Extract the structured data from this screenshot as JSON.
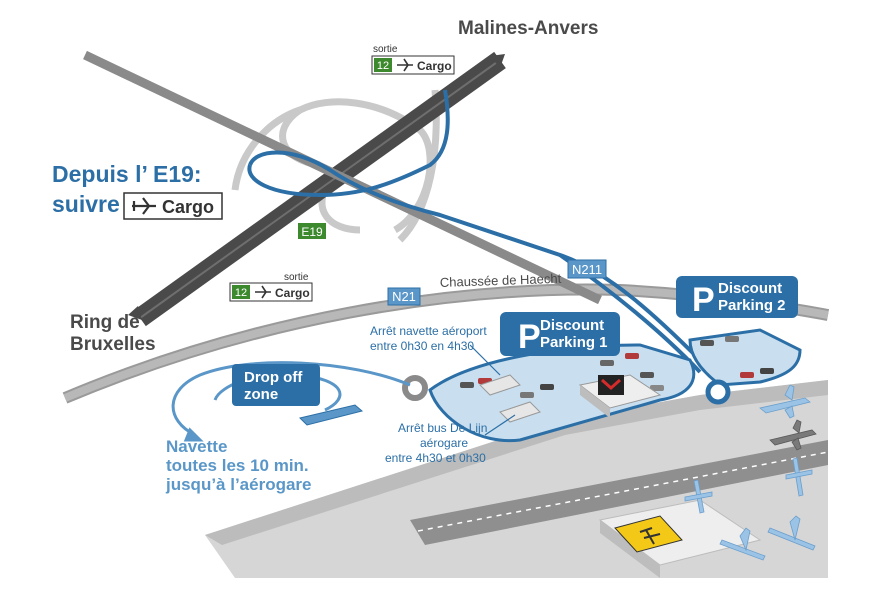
{
  "colors": {
    "blue_dark": "#2c6fa6",
    "blue_light": "#5a97c8",
    "blue_pale": "#c9dff0",
    "road_dark": "#4a4a4a",
    "road_grey": "#8c8c8c",
    "road_light": "#bcbcbc",
    "green_exit": "#3d8a2e",
    "tarmac": "#d4d4d4"
  },
  "labels": {
    "north_destination": "Malines-Anvers",
    "ring_line1": "Ring de",
    "ring_line2": "Bruxelles",
    "chaussee": "Chaussée de Haecht",
    "n211": "N211",
    "n21": "N21",
    "e19": "E19",
    "exit_top": {
      "caption": "sortie",
      "number": "12",
      "text": "Cargo"
    },
    "exit_bottom": {
      "caption": "sortie",
      "number": "12",
      "text": "Cargo"
    },
    "depuis_line1": "Depuis l’ E19:",
    "depuis_line2_word": "suivre",
    "depuis_sign_text": "Cargo",
    "parking1_letter": "P",
    "parking1_line1": "Discount",
    "parking1_line2": "Parking 1",
    "parking2_letter": "P",
    "parking2_line1": "Discount",
    "parking2_line2": "Parking 2",
    "drop_line1": "Drop off",
    "drop_line2": "zone",
    "shuttle_stop_line1": "Arrêt navette aéroport",
    "shuttle_stop_line2": "entre 0h30 en 4h30",
    "bus_stop_line1": "Arrêt bus De Lijn",
    "bus_stop_line2": "aérogare",
    "bus_stop_line3": "entre 4h30 et 0h30",
    "navette_line1": "Navette",
    "navette_line2": "toutes les 10 min.",
    "navette_line3": "jusqu’à l’aérogare"
  },
  "icons": [
    "airplane-icon",
    "parking-icon",
    "supermarket-logo-icon",
    "terminal-sign-icon"
  ]
}
